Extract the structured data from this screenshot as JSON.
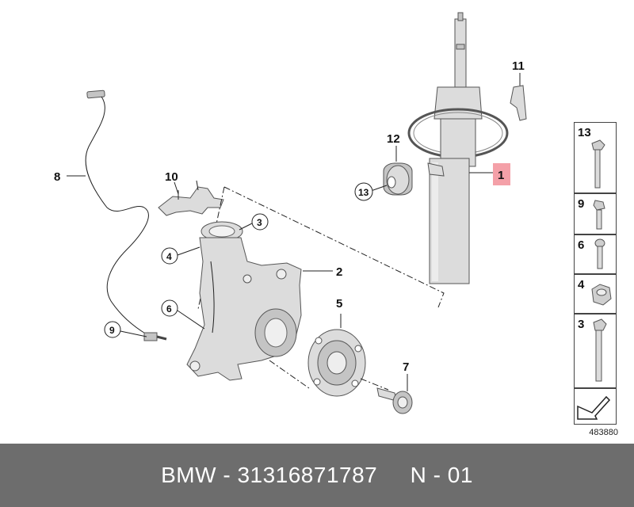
{
  "callouts": {
    "c1": "1",
    "c2": "2",
    "c3": "3",
    "c4": "4",
    "c5": "5",
    "c6": "6",
    "c7": "7",
    "c8": "8",
    "c9": "9",
    "c10": "10",
    "c11": "11",
    "c12": "12",
    "c13": "13"
  },
  "legend": {
    "items": [
      "13",
      "9",
      "6",
      "4",
      "3"
    ]
  },
  "diagram_code": "483880",
  "footer": {
    "brand": "BMW",
    "sep1": " - ",
    "part_number": "31316871787",
    "gap": "     ",
    "suffix": "N - 01"
  },
  "colors": {
    "highlight": "#f4a0a8",
    "footer_bg": "#6d6d6d",
    "part_fill": "#dcdcdc"
  }
}
